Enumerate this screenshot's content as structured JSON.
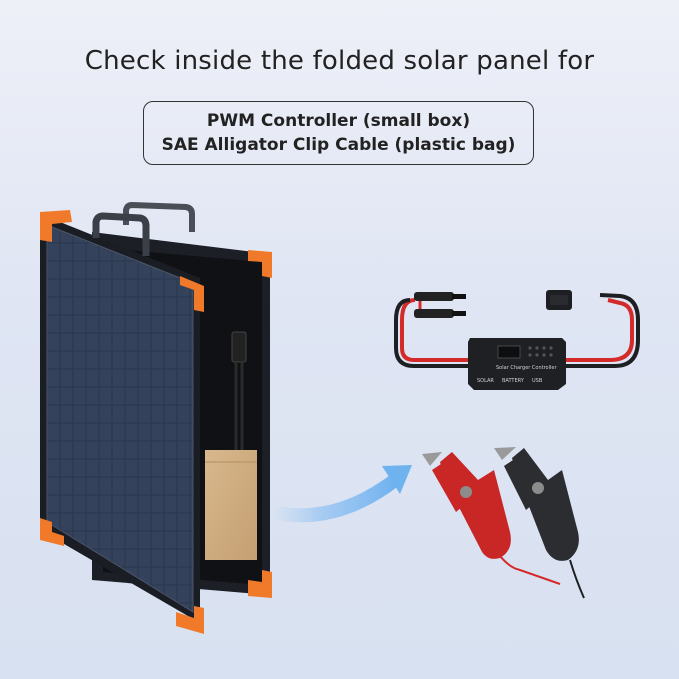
{
  "headline": "Check inside the folded solar panel for",
  "items": [
    "PWM Controller (small box)",
    "SAE Alligator Clip Cable (plastic bag)"
  ],
  "controller": {
    "name": "Solar Charger Controller",
    "ports": [
      "SOLAR",
      "BATTERY",
      "USB"
    ]
  },
  "colors": {
    "background": "#dfe5f3",
    "accent_orange": "#f07a2a",
    "panel_blue": "#2b3446",
    "clip_red": "#d42a2a",
    "clip_black": "#2a2c30"
  }
}
